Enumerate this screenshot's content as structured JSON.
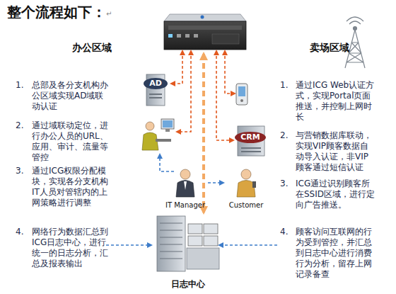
{
  "diagram": {
    "title": "整个流程如下：",
    "nodes": [
      {
        "text": [
          "AD"
        ]
      },
      {
        "text": [
          "CRM"
        ]
      },
      {
        "text": [
          "IT Manager"
        ]
      },
      {
        "text": [
          "Customer"
        ]
      },
      {
        "text": [
          "日志中心"
        ]
      }
    ],
    "edges": [
      {
        "from": 2,
        "to": 3,
        "arrow": "to"
      }
    ],
    "labels": [
      "↵",
      "办公区域",
      "卖场区域",
      "1.",
      "总部及各分支机构办公区域实现AD域联动认证",
      "1.",
      "通过ICG Web认证方式，实现Portal页面推送，并控制上网时长",
      "2.",
      "通过域联动定位，进行办公人员的URL、应用、审计、流量等管控",
      "2.",
      "与营销数据库联动，实现VIP顾客数据自动导入认证，非VIP顾客通过短信认证",
      "3.",
      "通过ICG权限分配模块，实现各分支机构IT人员对管辖内的上网策略进行调整",
      "3.",
      "ICG通过识别顾客所在SSID区域，进行定向广告推送。",
      "4.",
      "网络行为数据汇总到ICG日志中心，进行统一的日志分析，汇总及报表输出",
      "4.",
      "顾客访问互联网的行为受到管控，并汇总到日志中心进行消费行为分析，留存上网记录备查"
    ]
  }
}
